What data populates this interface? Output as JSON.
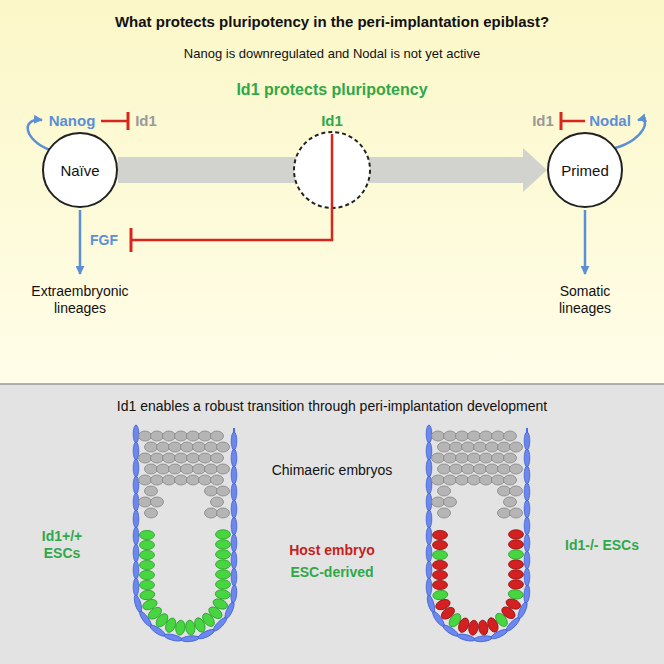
{
  "diagram": {
    "title": "What protects pluripotency in the peri-implantation epiblast?",
    "nodes": [
      {
        "text": [
          "Naïve"
        ]
      },
      {
        "text": [
          "Primed"
        ]
      }
    ],
    "edges": [
      {
        "from": 0,
        "to": 1,
        "arrow": "to"
      }
    ],
    "labels": [
      "Nanog is downregulated and Nodal is not yet active",
      "Id1 protects pluripotency",
      "Nanog",
      "Id1",
      "Id1",
      "Id1",
      "Nodal",
      "FGF",
      "Extraembryonic lineages",
      "Somatic lineages",
      "Id1 enables a robust transition through peri-implantation development",
      "Chimaeric embryos",
      "Id1+/+ ESCs",
      "Host embryo",
      "ESC-derived",
      "Id1-/- ESCs"
    ]
  }
}
